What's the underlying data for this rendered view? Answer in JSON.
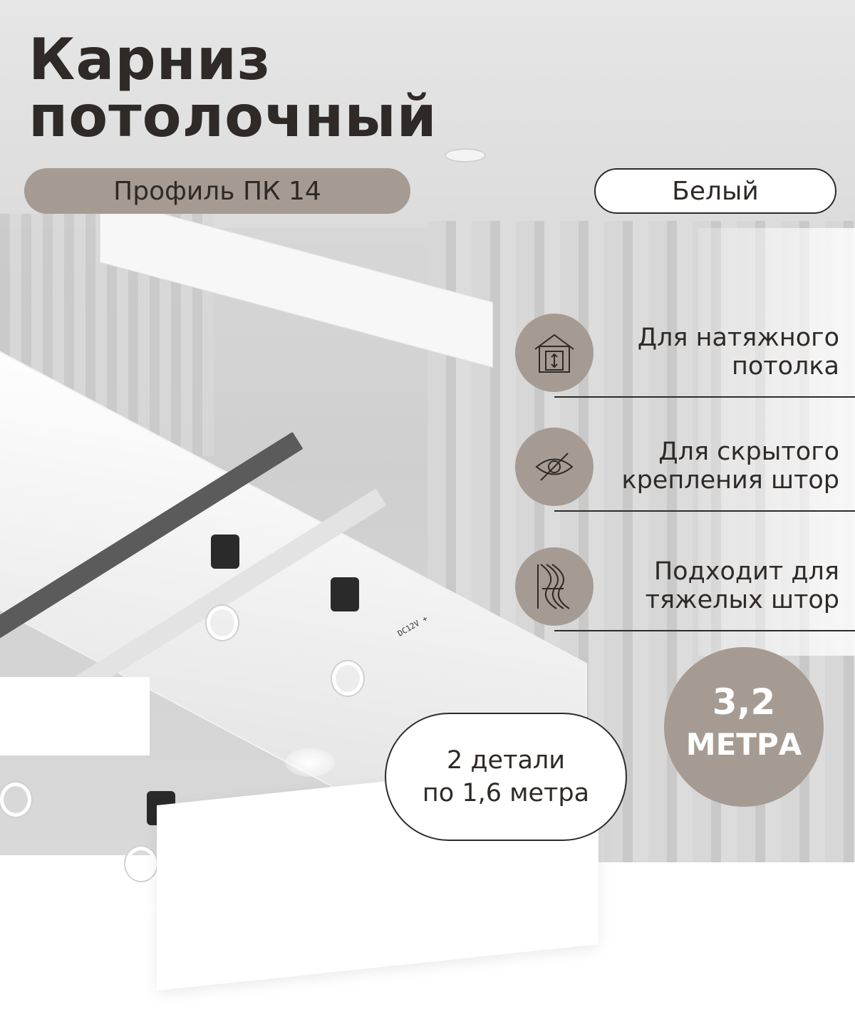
{
  "title": {
    "line1": "Карниз",
    "line2": "потолочный"
  },
  "profile_label": "Профиль ПК 14",
  "color_label": "Белый",
  "features": [
    {
      "icon": "house-height-icon",
      "line1": "Для натяжного",
      "line2": "потолка"
    },
    {
      "icon": "eye-crossed-icon",
      "line1": "Для скрытого",
      "line2": "крепления штор"
    },
    {
      "icon": "curtain-icon",
      "line1": "Подходит для",
      "line2": "тяжелых штор"
    }
  ],
  "length_badge": {
    "value": "3,2",
    "unit": "МЕТРА"
  },
  "parts": {
    "line1": "2 детали",
    "line2": "по 1,6 метра"
  },
  "led_strip_label": "DC12V +",
  "colors": {
    "accent": "#a59b92",
    "text": "#2f2a27",
    "white": "#ffffff"
  }
}
